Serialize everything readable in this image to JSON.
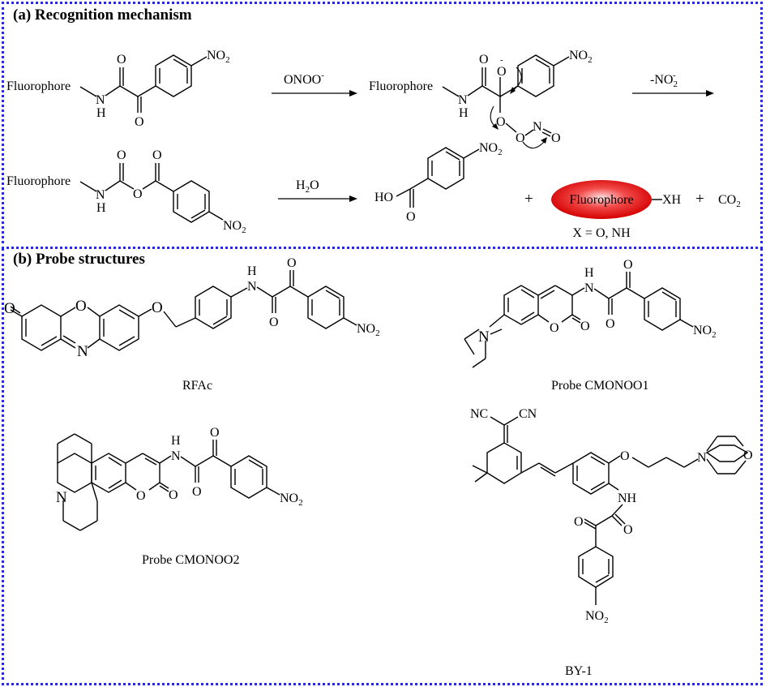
{
  "panel_a": {
    "title": "(a) Recognition mechanism",
    "fluorophore_1": "Fluorophore",
    "nh_1": "N",
    "h_1": "H",
    "o_1a": "O",
    "o_1b": "O",
    "no2_1_main": "NO",
    "no2_1_sub": "2",
    "reagent_1": "ONOO",
    "reagent_1_sup": "-",
    "fluorophore_2": "Fluorophore",
    "nh_2": "N",
    "h_2": "H",
    "o_2a": "O",
    "o_2b": "O",
    "o_2c": "O",
    "o_2d": "O",
    "n_2": "N",
    "o_2e": "O",
    "no2_2_main": "NO",
    "no2_2_sub": "2",
    "reagent_2": "-NO",
    "reagent_2_sub": "2",
    "reagent_2_sup": "-",
    "fluorophore_3": "Fluorophore",
    "nh_3": "N",
    "h_3": "H",
    "o_3a": "O",
    "o_3b": "O",
    "o_3c": "O",
    "no2_3_main": "NO",
    "no2_3_sub": "2",
    "reagent_3": "H",
    "reagent_3_sub": "2",
    "reagent_3_tail": "O",
    "ho_4": "HO",
    "o_4": "O",
    "no2_4_main": "NO",
    "no2_4_sub": "2",
    "plus_1": "+",
    "fluorophore_ellipse": "Fluorophore",
    "xh": "XH",
    "plus_2": "+",
    "co2_main": "CO",
    "co2_sub": "2",
    "x_def": "X = O, NH"
  },
  "panel_b": {
    "title": "(b) Probe structures",
    "rfac_o1": "O",
    "rfac_o2": "O",
    "rfac_o3": "O",
    "rfac_n": "N",
    "rfac_h": "H",
    "rfac_nh": "N",
    "rfac_oa": "O",
    "rfac_ob": "O",
    "rfac_no2_main": "NO",
    "rfac_no2_sub": "2",
    "rfac_name": "RFAc",
    "cm1_n": "N",
    "cm1_o1": "O",
    "cm1_o2": "O",
    "cm1_h": "H",
    "cm1_nh": "N",
    "cm1_oa": "O",
    "cm1_ob": "O",
    "cm1_no2_main": "NO",
    "cm1_no2_sub": "2",
    "cm1_name": "Probe CMONOO1",
    "cm2_n": "N",
    "cm2_o1": "O",
    "cm2_o2": "O",
    "cm2_h": "H",
    "cm2_nh": "N",
    "cm2_oa": "O",
    "cm2_ob": "O",
    "cm2_no2_main": "NO",
    "cm2_no2_sub": "2",
    "cm2_name": "Probe CMONOO2",
    "by_nc": "NC",
    "by_cn": "CN",
    "by_o": "O",
    "by_n": "N",
    "by_om": "O",
    "by_nh": "NH",
    "by_oa": "O",
    "by_ob": "O",
    "by_no2_main": "NO",
    "by_no2_sub": "2",
    "by_name": "BY-1"
  }
}
